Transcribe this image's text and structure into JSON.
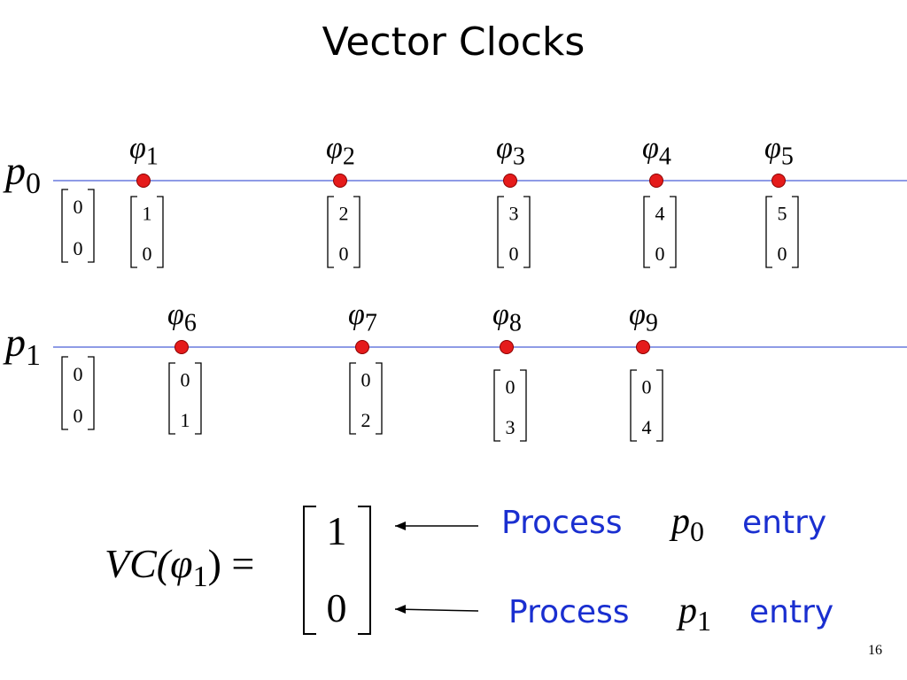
{
  "title": "Vector Clocks",
  "slide_number": "16",
  "colors": {
    "timeline": "#4a5fd6",
    "event": "#e51b1b",
    "annotation": "#1a2fd0"
  },
  "processes": [
    {
      "name": "p",
      "sub": "0",
      "initial": [
        "0",
        "0"
      ],
      "events": [
        {
          "sym": "φ",
          "sub": "1",
          "vc": [
            "1",
            "0"
          ]
        },
        {
          "sym": "φ",
          "sub": "2",
          "vc": [
            "2",
            "0"
          ]
        },
        {
          "sym": "φ",
          "sub": "3",
          "vc": [
            "3",
            "0"
          ]
        },
        {
          "sym": "φ",
          "sub": "4",
          "vc": [
            "4",
            "0"
          ]
        },
        {
          "sym": "φ",
          "sub": "5",
          "vc": [
            "5",
            "0"
          ]
        }
      ]
    },
    {
      "name": "p",
      "sub": "1",
      "initial": [
        "0",
        "0"
      ],
      "events": [
        {
          "sym": "φ",
          "sub": "6",
          "vc": [
            "0",
            "1"
          ]
        },
        {
          "sym": "φ",
          "sub": "7",
          "vc": [
            "0",
            "2"
          ]
        },
        {
          "sym": "φ",
          "sub": "8",
          "vc": [
            "0",
            "3"
          ]
        },
        {
          "sym": "φ",
          "sub": "9",
          "vc": [
            "0",
            "4"
          ]
        }
      ]
    }
  ],
  "formula": {
    "left_a": "VC(",
    "phi": "φ",
    "phi_sub": "1",
    "left_b": ") =",
    "vector": [
      "1",
      "0"
    ]
  },
  "annotations": [
    {
      "word1": "Process",
      "var": "p",
      "sub": "0",
      "word2": "entry"
    },
    {
      "word1": "Process",
      "var": "p",
      "sub": "1",
      "word2": "entry"
    }
  ]
}
